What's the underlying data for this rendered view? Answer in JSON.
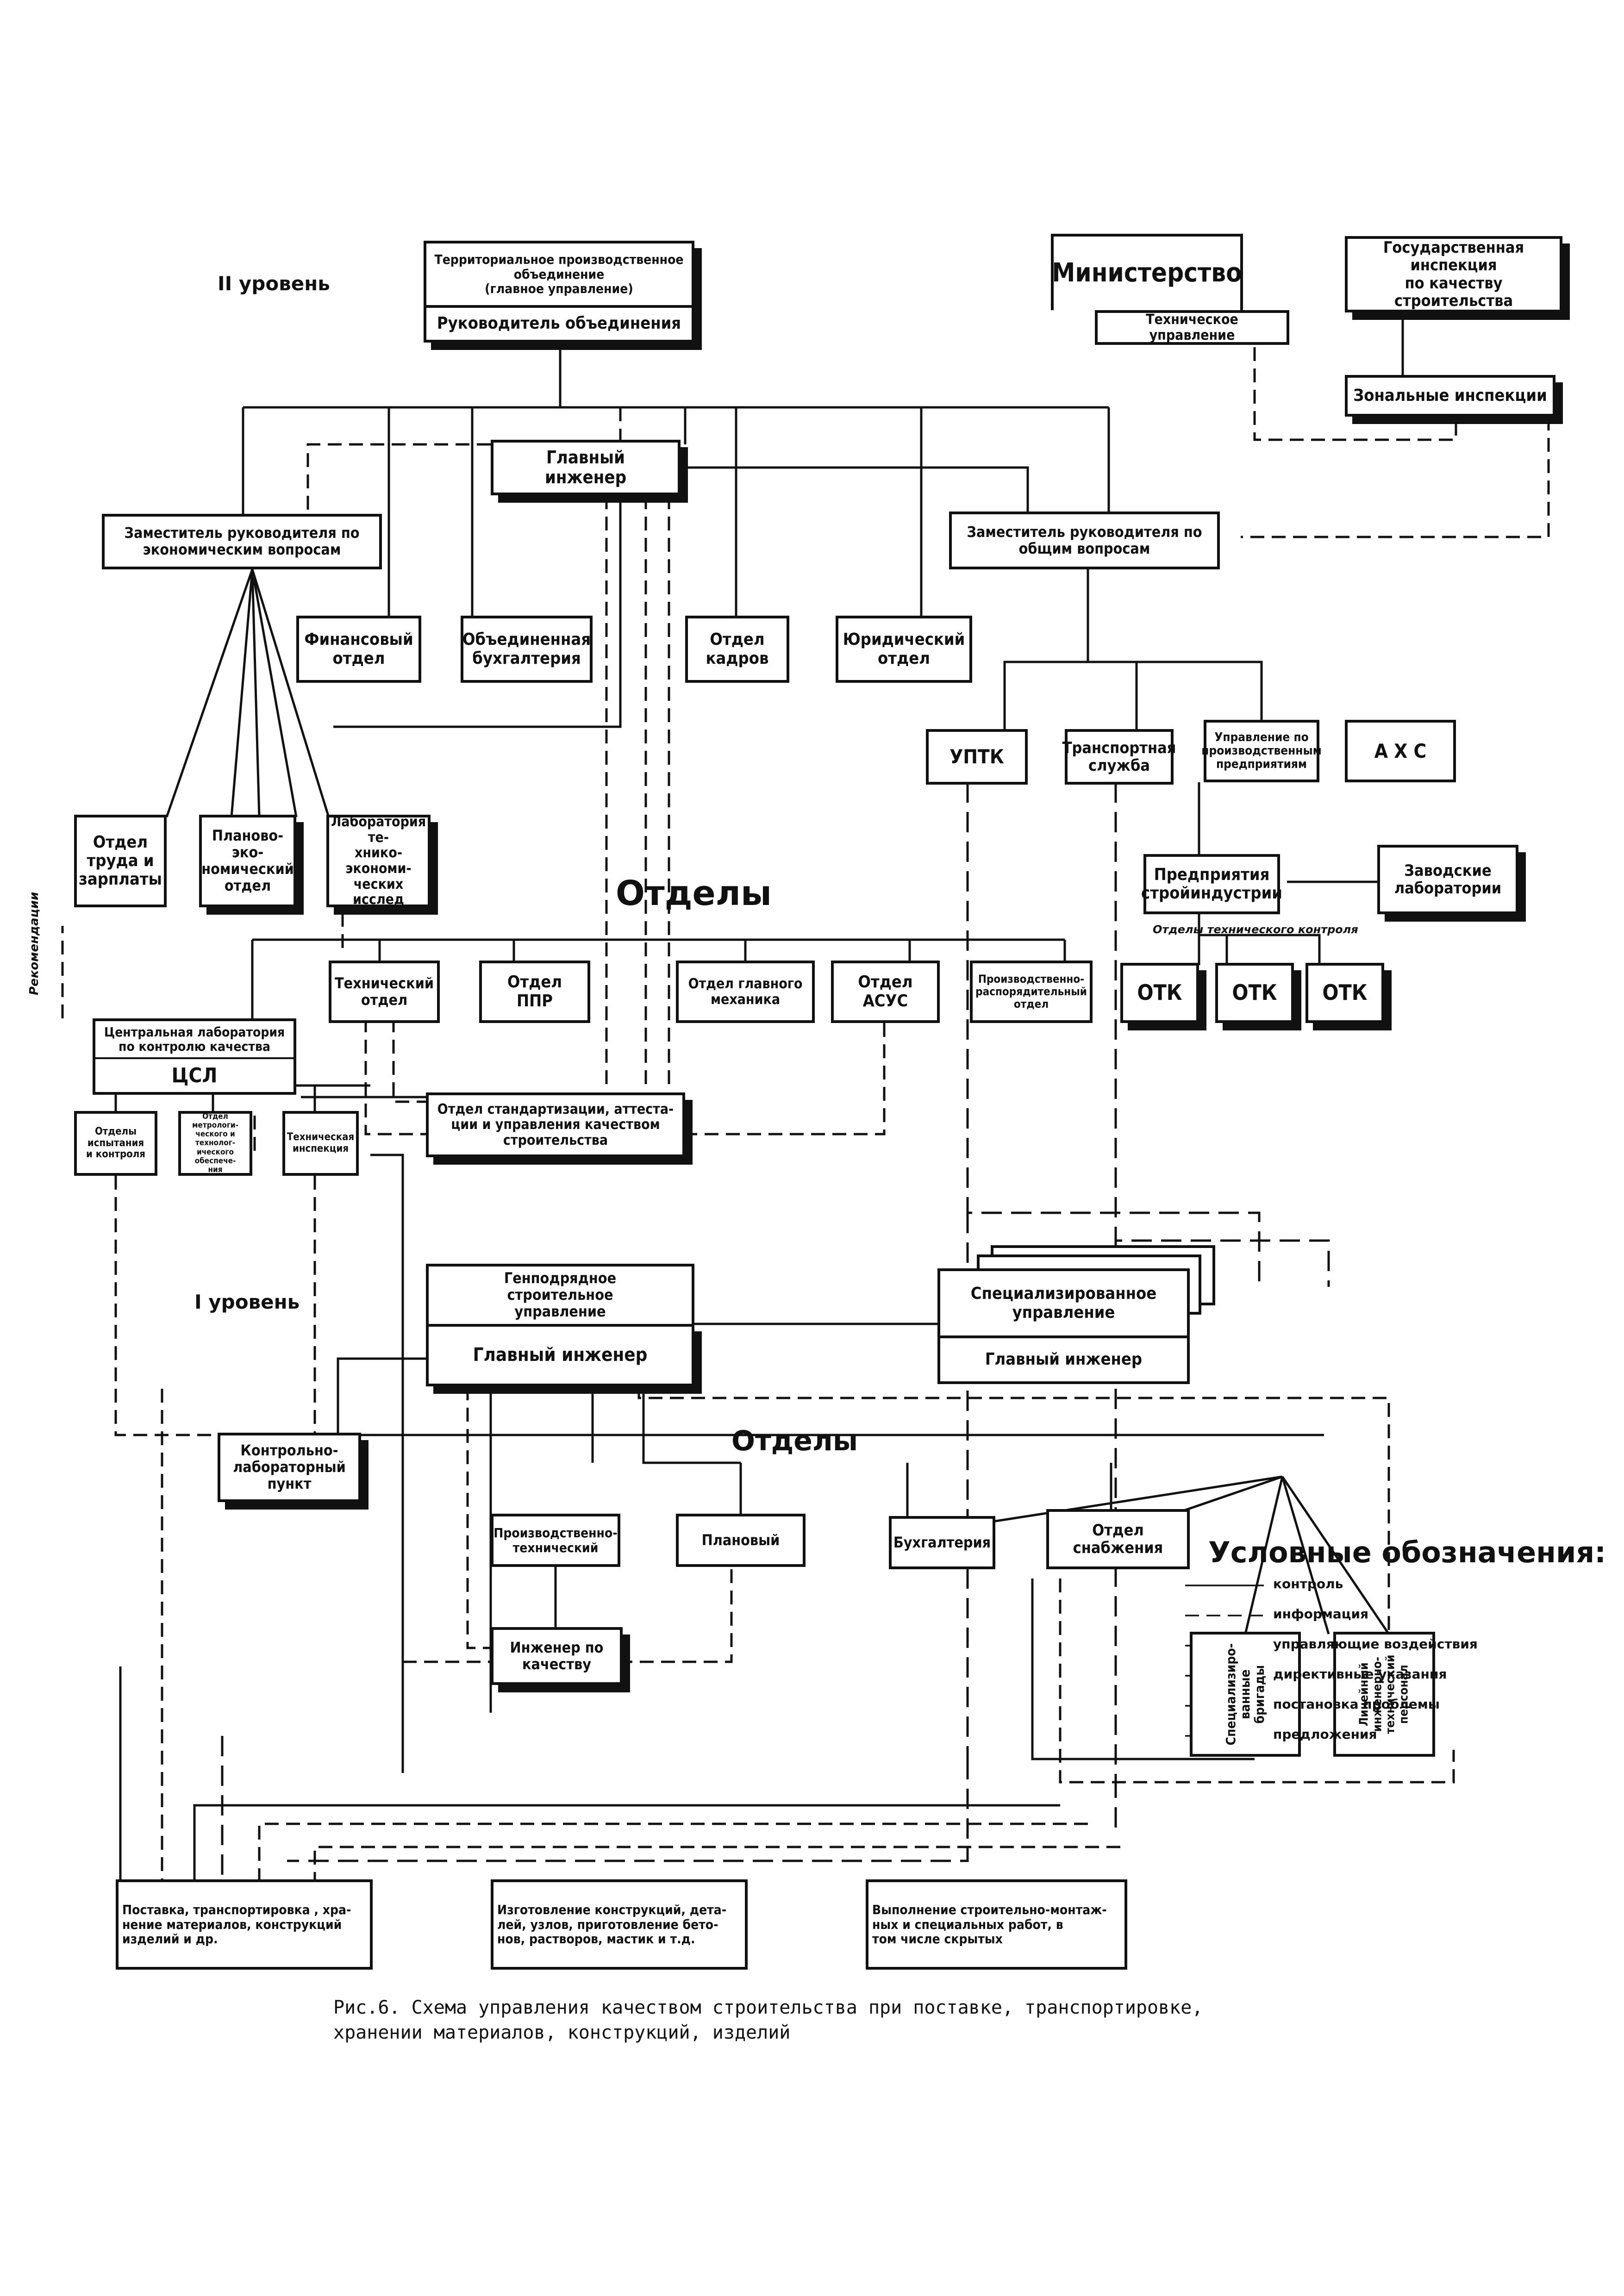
{
  "level2_label": "II уровень",
  "level1_label": "I уровень",
  "top": {
    "tpo_title": "Территориальное производственное\nобъединение\n(главное управление)",
    "tpo_head": "Руководитель объединения",
    "chief_engineer": "Главный\nинженер",
    "ministry": "Министерство",
    "tech_department": "Техническое управление",
    "state_inspection": "Государственная\nинспекция\nпо качеству строительства",
    "zonal_inspections": "Зональные инспекции",
    "deputy_econ": "Заместитель руководителя по\nэкономическим вопросам",
    "deputy_general": "Заместитель руководителя по\nобщим вопросам"
  },
  "upper_depts": {
    "financial": "Финансовый\nотдел",
    "accounting": "Объединенная\nбухгалтерия",
    "personnel": "Отдел\nкадров",
    "legal": "Юридический\nотдел",
    "uptk": "УПТК",
    "transport": "Транспортная\nслужба",
    "production_enterprises": "Управление по\nпроизводственным\nпредприятиям",
    "ahs": "А Х С",
    "labor": "Отдел\nтруда и\nзарплаты",
    "planning_econ": "Планово-эко-\nномический\nотдел",
    "tech_econ_lab": "Лаборатория те-\nхнико-экономи-\nческих исслед",
    "enterprises": "Предприятия\nстройиндустрии",
    "factory_labs": "Заводские\nлаборатории",
    "otk_note": "Отделы технического контроля",
    "otk": [
      "ОТК",
      "ОТК",
      "ОТК"
    ]
  },
  "depts_heading": "Отделы",
  "mid_depts": {
    "technical": "Технический\nотдел",
    "ppr": "Отдел\nППР",
    "chief_mechanic": "Отдел главного\nмеханика",
    "asus": "Отдел\nАСУС",
    "production_dispatch": "Производственно-\nраспорядительный\nотдел",
    "central_lab": "Центральная лаборатория\nпо контролю качества",
    "csl": "ЦСЛ",
    "standardization": "Отдел стандартизации, аттеста-\nции и управления качеством\nстроительства",
    "testing": "Отделы\nиспытания\nи контроля",
    "metrology": "Отдел метрологи-\nческого и технолог-\nического обеспече-\nния",
    "tech_inspection": "Техническая\nинспекция",
    "recommendations": "Рекомендации"
  },
  "lower": {
    "general_contractor": "Генподрядное\nстроительное\nуправление",
    "gc_chief_engineer": "Главный инженер",
    "specialized": "Специализированное\nуправление",
    "spec_chief_engineer": "Главный инженер",
    "depts_heading": "Отделы",
    "control_lab": "Контрольно-\nлабораторный\nпункт",
    "prod_tech": "Производственно-\nтехнический",
    "planning": "Плановый",
    "bookkeeping": "Бухгалтерия",
    "supply": "Отдел\nснабжения",
    "quality_engineer": "Инженер по\nкачеству",
    "spec_brigades": "Специализиро-\nванные\nбригады",
    "line_staff": "Линейный\nинженерно-\nтехнический\nперсонал"
  },
  "bottom_boxes": {
    "supply_box": "Поставка, транспортировка , хра-\nнение материалов, конструкций\nизделий и др.",
    "manufacture_box": "Изготовление конструкций, дета-\nлей, узлов, приготовление бето-\nнов, растворов, мастик и т.д.",
    "works_box": "Выполнение строительно-монтаж-\nных и специальных работ, в\nтом числе скрытых"
  },
  "legend": {
    "title": "Условные обозначения:",
    "items": [
      "контроль",
      "информация",
      "управляющие воздействия",
      "директивные указания",
      "постановка проблемы",
      "предложения"
    ]
  },
  "caption": "Рис.6. Схема управления качеством строительства  при поставке, транспортировке,\n       хранении материалов, конструкций, изделий"
}
